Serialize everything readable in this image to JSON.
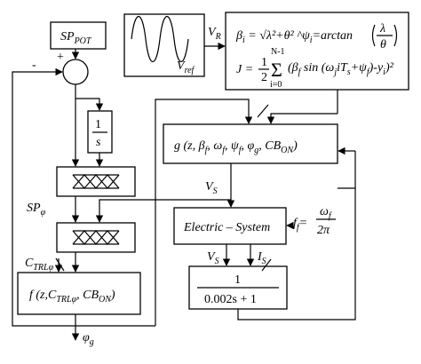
{
  "blocks": {
    "sp_pot": "SP",
    "sp_pot_sub": "POT",
    "integrator_num": "1",
    "integrator_den": "s",
    "g_func": "g (z, β",
    "g_func_2": ", ω",
    "g_func_3": ", ψ",
    "g_func_4": ", φ",
    "g_func_5": ", CB",
    "g_func_6": ")",
    "g_sub_f": "f",
    "g_sub_g": "g",
    "g_sub_on": "ON",
    "electric_system": "Electric – System",
    "filter_num": "1",
    "filter_den": "0.002s + 1",
    "f_func": "f (z,C",
    "f_func_sub": "TRLφ",
    "f_func_2": ", CB",
    "f_func_sub2": "ON",
    "f_func_3": ")"
  },
  "equations": {
    "beta_lhs": "β",
    "beta_sub": "i",
    "beta_rhs": " = √λ²+θ² ^ψ",
    "psi_sub": "i",
    "arctan": "=arctan",
    "lambda": "λ",
    "theta": "θ",
    "j_lhs": "J =",
    "half_num": "1",
    "half_den": "2",
    "sum_top": "N-1",
    "sum_bottom": "i=0",
    "sum_sym": "Σ",
    "sum_body": "(β",
    "sum_body_f": "f",
    "sum_body_2": " sin (ω",
    "sum_body_j": "j",
    "sum_body_3": "iT",
    "sum_body_s": "s",
    "sum_body_4": "+ψ",
    "sum_body_f2": "f",
    "sum_body_5": ")-y",
    "sum_body_i": "i",
    "sum_body_6": ")²",
    "ff_lhs": "f",
    "ff_sub": "f",
    "ff_eq": "=",
    "ff_num": "ω",
    "ff_num_sub": "f",
    "ff_den": "2π"
  },
  "labels": {
    "plus": "+",
    "minus": "-",
    "v_r": "V",
    "v_r_sub": "R",
    "v_ref": "V",
    "v_ref_sub": "ref",
    "v_s_1": "V",
    "v_s_1_sub": "S",
    "v_s_2": "V",
    "v_s_2_sub": "S",
    "i_s": "I",
    "i_s_sub": "S",
    "sp_phi": "SP",
    "sp_phi_sub": "φ",
    "ctrl_phi": "C",
    "ctrl_phi_sub": "TRLφ",
    "phi_g": "φ",
    "phi_g_sub": "g"
  }
}
